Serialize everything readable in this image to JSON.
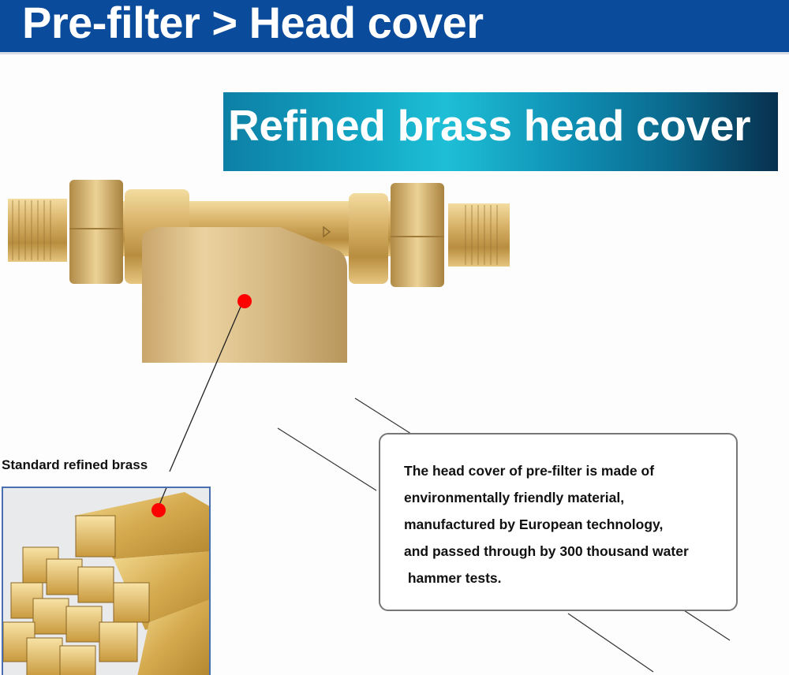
{
  "header": {
    "title": "Pre-filter > Head cover",
    "background_color": "#0b4b9b"
  },
  "banner": {
    "text": "Refined brass head cover"
  },
  "callouts": {
    "brass_caption": "Standard refined brass",
    "marker_color": "#ff0000"
  },
  "description": {
    "lines": [
      "The head cover of pre-filter is made of",
      "environmentally friendly material,",
      "manufactured by European technology,",
      "and passed through by 300 thousand water",
      " hammer tests."
    ]
  }
}
